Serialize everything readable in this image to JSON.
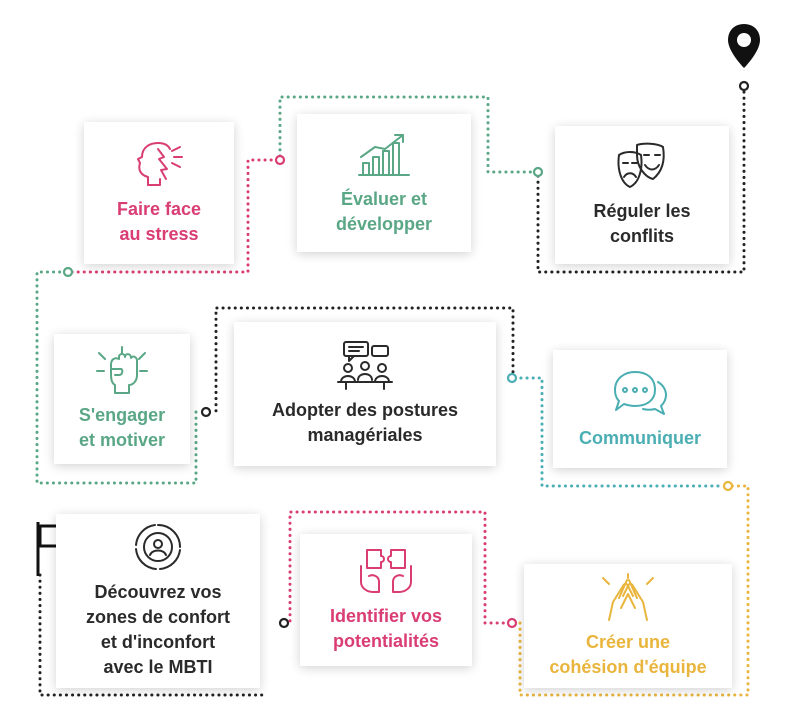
{
  "colors": {
    "pink": "#d93d74",
    "green": "#5aa786",
    "dark": "#2a2a2a",
    "teal": "#4aaeb3",
    "gold": "#e9b53c"
  },
  "steps": [
    {
      "label": "Faire face\nau stress",
      "icon": "stress-head-icon",
      "color": "pink"
    },
    {
      "label": "Évaluer et\ndévelopper",
      "icon": "growth-chart-icon",
      "color": "green"
    },
    {
      "label": "Réguler les\nconflits",
      "icon": "theater-masks-icon",
      "color": "dark"
    },
    {
      "label": "S'engager\net motiver",
      "icon": "raised-fist-icon",
      "color": "green"
    },
    {
      "label": "Adopter des postures\nmanagériales",
      "icon": "meeting-icon",
      "color": "dark"
    },
    {
      "label": "Communiquer",
      "icon": "speech-bubbles-icon",
      "color": "teal"
    },
    {
      "label": "Découvrez vos\nzones de confort\net d'inconfort\navec le MBTI",
      "icon": "profile-target-icon",
      "color": "dark"
    },
    {
      "label": "Identifier vos\npotentialités",
      "icon": "puzzle-hands-icon",
      "color": "pink"
    },
    {
      "label": "Créer une\ncohésion d'équipe",
      "icon": "joined-hands-icon",
      "color": "gold"
    }
  ],
  "markers": {
    "start": "flag-icon",
    "end": "map-pin-icon"
  }
}
